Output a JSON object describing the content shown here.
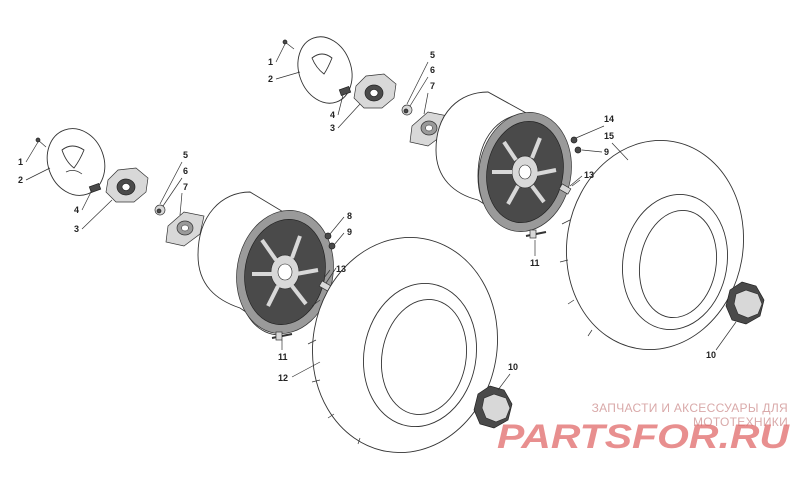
{
  "callouts": {
    "c1a": "1",
    "c2a": "2",
    "c3a": "3",
    "c4a": "4",
    "c5a": "5",
    "c6a": "6",
    "c7a": "7",
    "c8a": "8",
    "c9a": "9",
    "c10a": "10",
    "c11a": "11",
    "c12a": "12",
    "c13a": "13",
    "c1b": "1",
    "c2b": "2",
    "c3b": "3",
    "c4b": "4",
    "c5b": "5",
    "c6b": "6",
    "c7b": "7",
    "c9b": "9",
    "c10b": "10",
    "c11b": "11",
    "c13b": "13",
    "c14b": "14",
    "c15b": "15"
  },
  "watermark": {
    "subtitle": "ЗАПЧАСТИ И АКСЕССУАРЫ ДЛЯ МОТОТЕХНИКИ",
    "logo": "PARTSFOR.RU",
    "color": "#e06a6a"
  }
}
